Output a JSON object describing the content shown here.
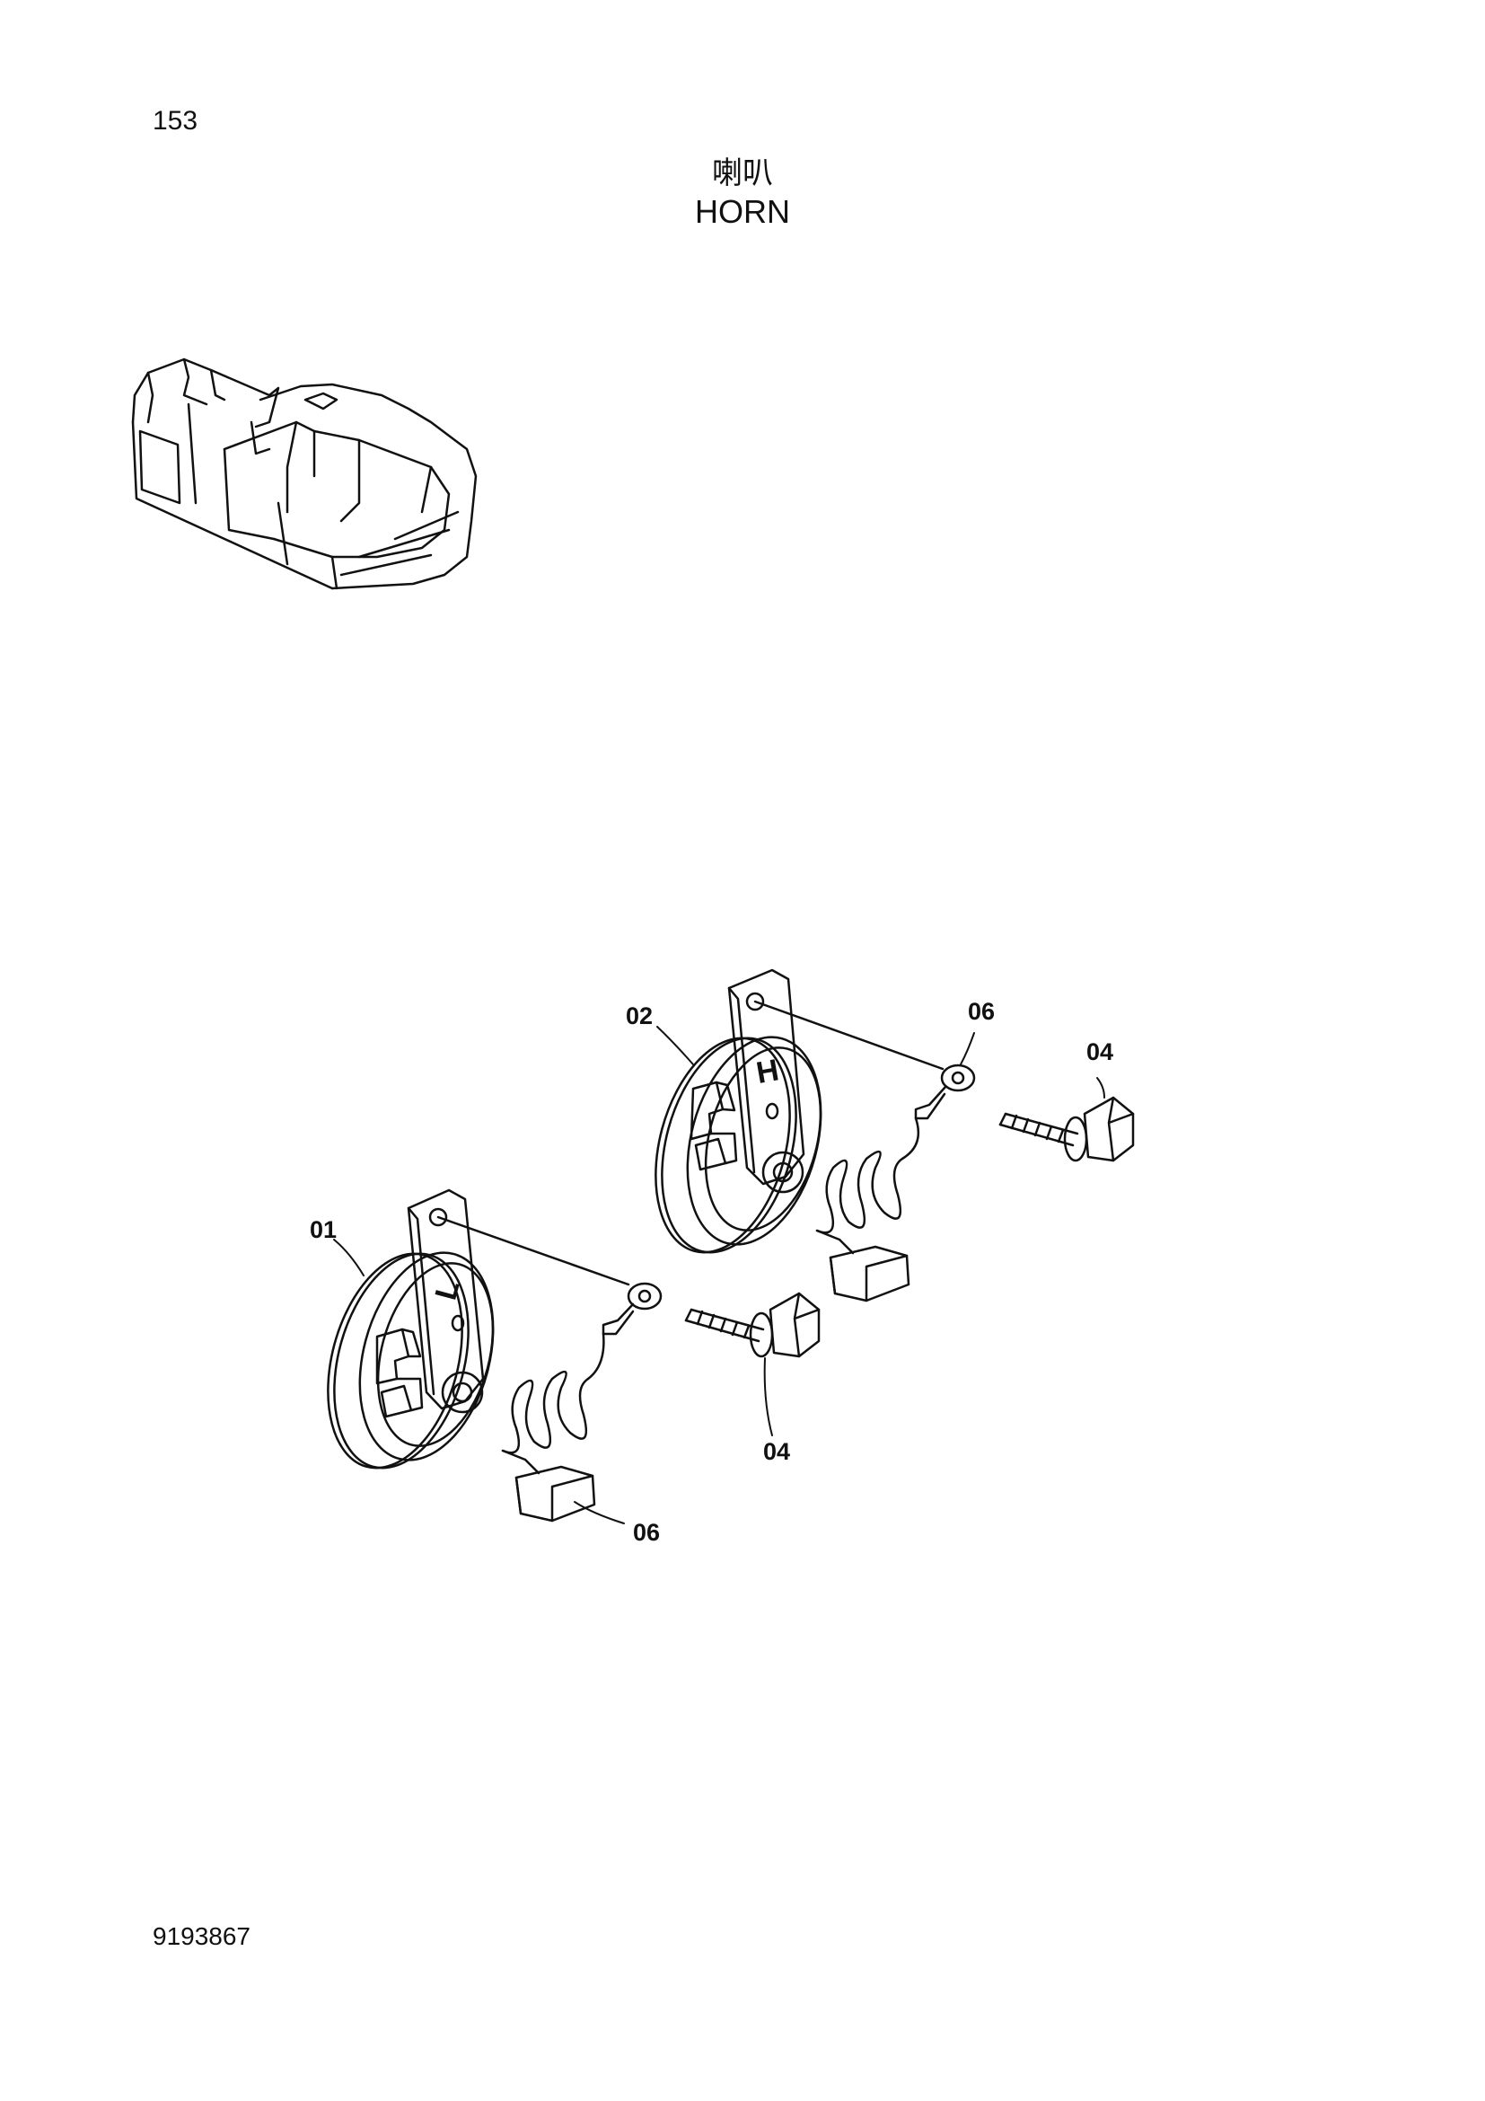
{
  "header": {
    "page_number": "153",
    "title_cn": "喇叭",
    "title_en": "HORN"
  },
  "footer": {
    "doc_number": "9193867"
  },
  "diagram": {
    "labels": {
      "horn_low": "01",
      "horn_high": "02",
      "bolt_front": "04",
      "bolt_rear": "04",
      "harness_front": "06",
      "harness_rear": "06"
    },
    "horn_marks": {
      "low": "L",
      "high": "H"
    }
  }
}
